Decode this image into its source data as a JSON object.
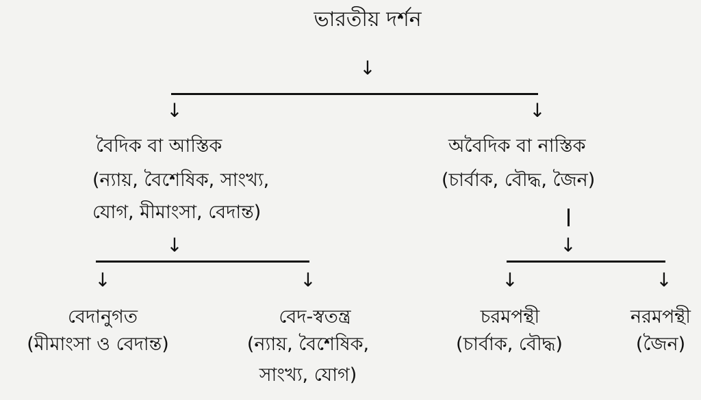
{
  "root": {
    "label": "ভারতীয় দর্শন"
  },
  "left": {
    "label": "বৈদিক বা আস্তিক",
    "details": [
      "(ন্যায়, বৈশেষিক, সাংখ্য,",
      "যোগ, মীমাংসা, বেদান্ত)"
    ],
    "children": [
      {
        "label": "বেদানুগত",
        "details": [
          "(মীমাংসা ও বেদান্ত)"
        ]
      },
      {
        "label": "বেদ-স্বতন্ত্র",
        "details": [
          "(ন্যায়, বৈশেষিক,",
          "সাংখ্য, যোগ)"
        ]
      }
    ]
  },
  "right": {
    "label": "অবৈদিক বা নাস্তিক",
    "details": [
      "(চার্বাক, বৌদ্ধ, জৈন)"
    ],
    "children": [
      {
        "label": "চরমপন্থী",
        "details": [
          "(চার্বাক, বৌদ্ধ)"
        ]
      },
      {
        "label": "নরমপন্থী",
        "details": [
          "(জৈন)"
        ]
      }
    ]
  },
  "arrow_glyph": "↓"
}
